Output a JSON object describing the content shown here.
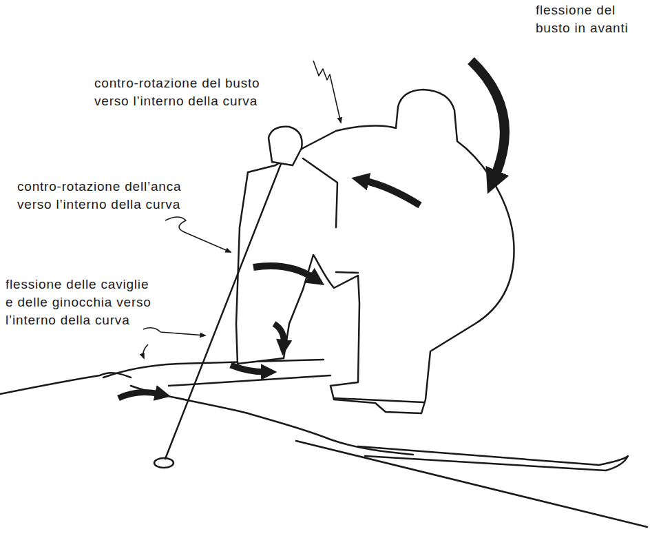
{
  "diagram": {
    "labels": [
      "flessione del busto in avanti",
      "contro-rotazione del busto verso l’interno della curva",
      "contro-rotazione dell’anca verso l’interno della curva",
      "flessione delle caviglie e delle ginocchia verso l’interno della curva"
    ]
  }
}
